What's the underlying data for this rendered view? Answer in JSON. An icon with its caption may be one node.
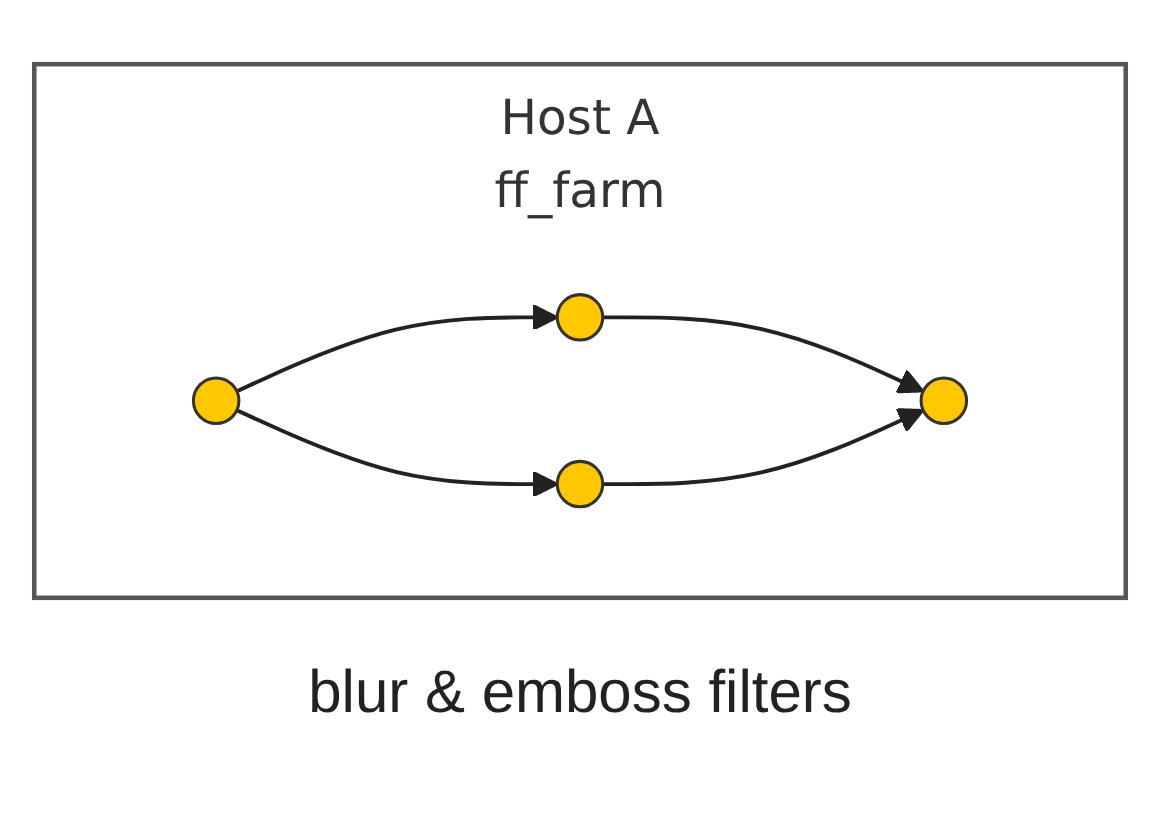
{
  "diagram": {
    "caption": "blur & emboss filters",
    "nodes": [
      {
        "text": [
          "Host A",
          "ff_farm"
        ]
      },
      {
        "text": [],
        "shape": "circle",
        "in": 0
      },
      {
        "text": [],
        "shape": "circle",
        "in": 0
      },
      {
        "text": [],
        "shape": "circle",
        "in": 0
      },
      {
        "text": [],
        "shape": "circle",
        "in": 0
      }
    ],
    "edges": [
      {
        "from": 1,
        "to": 2,
        "arrow": "to"
      },
      {
        "from": 1,
        "to": 3,
        "arrow": "to"
      },
      {
        "from": 2,
        "to": 4,
        "arrow": "to"
      },
      {
        "from": 3,
        "to": 4,
        "arrow": "to"
      }
    ]
  }
}
